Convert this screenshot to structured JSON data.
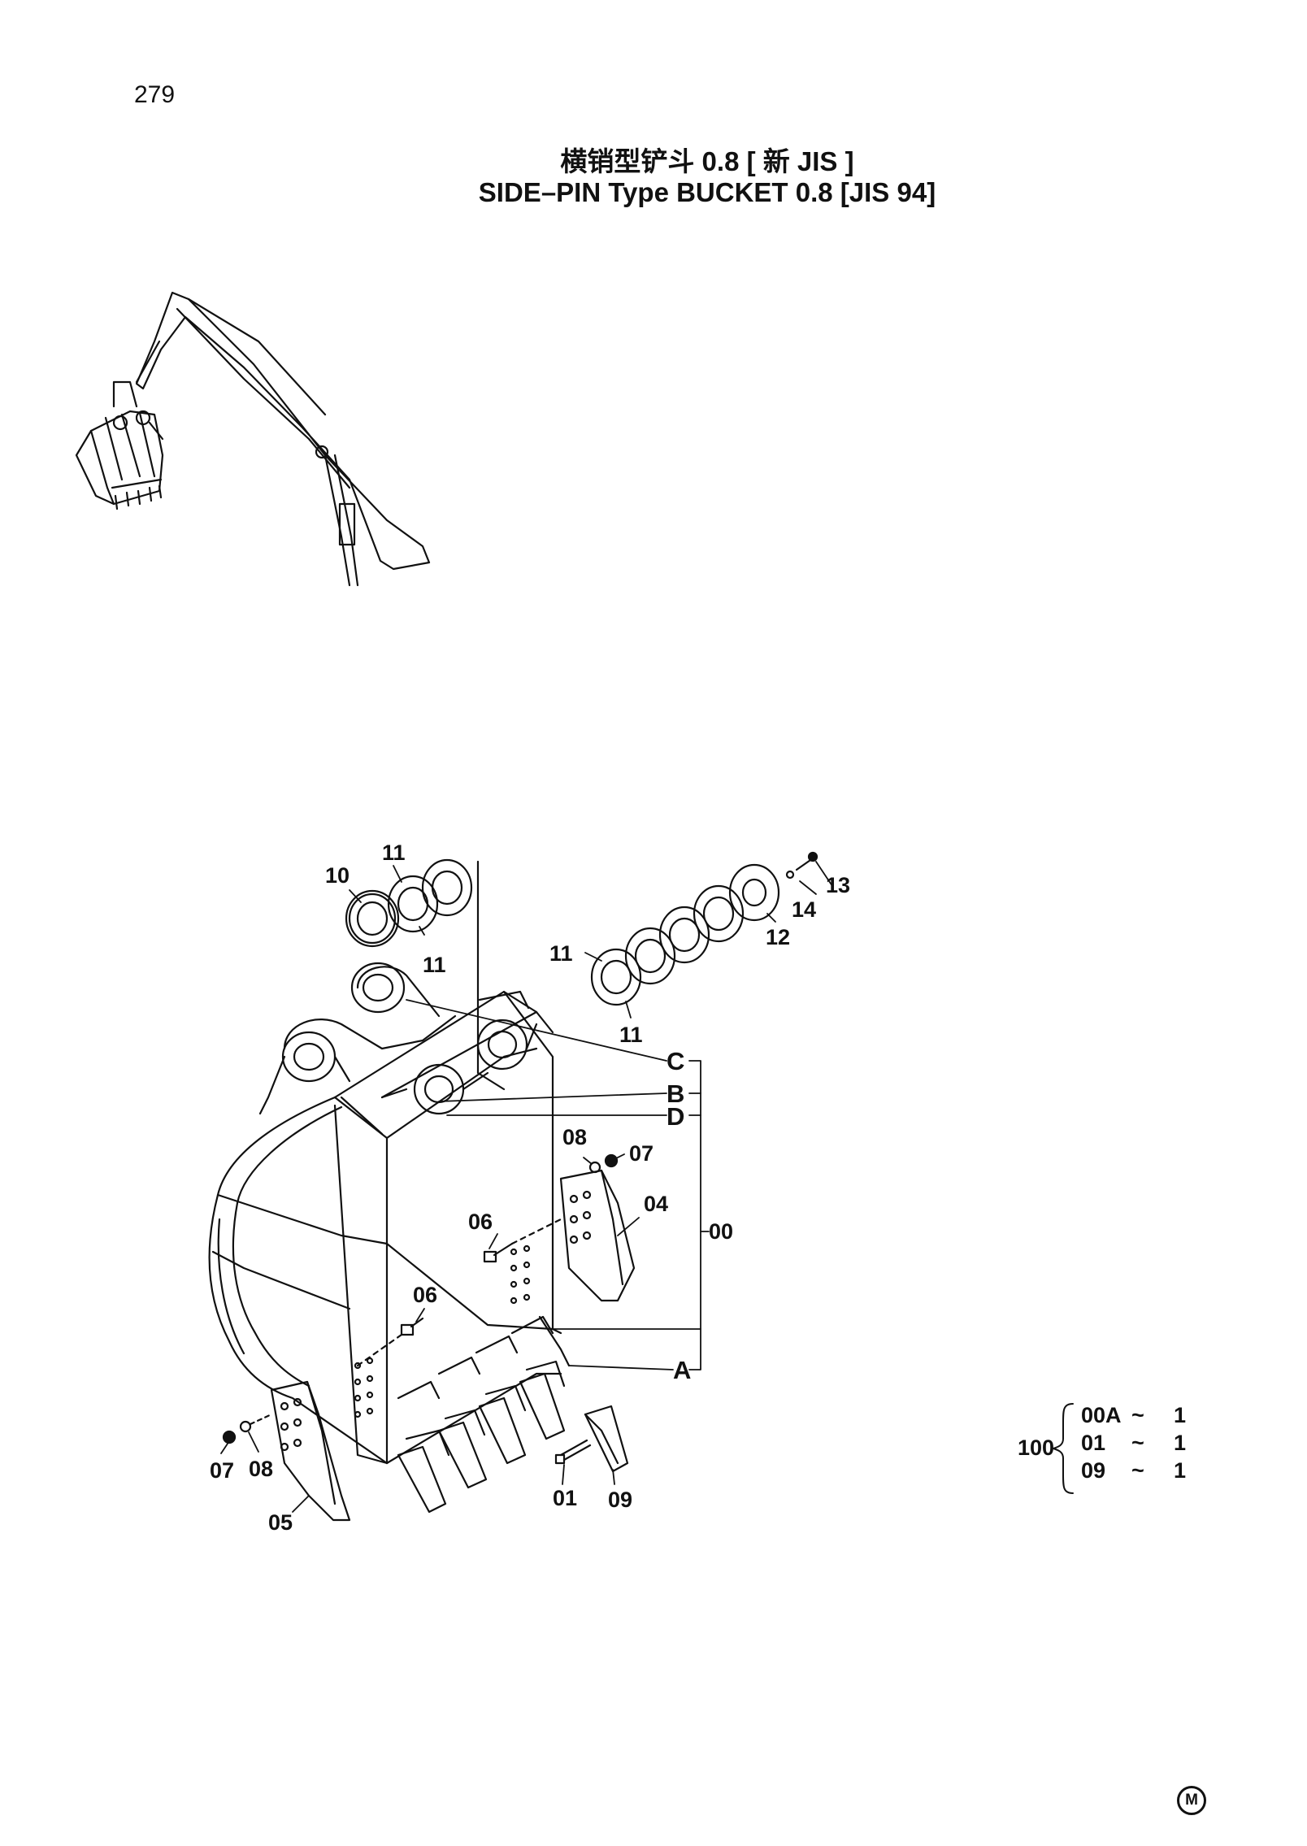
{
  "page_number": "279",
  "title": {
    "chinese": "横销型铲斗 0.8 [ 新 JIS ]",
    "english": "SIDE–PIN Type BUCKET 0.8 [JIS 94]"
  },
  "callouts": {
    "c10": "10",
    "c11a": "11",
    "c11b": "11",
    "c11c": "11",
    "c11d": "11",
    "c12": "12",
    "c13": "13",
    "c14": "14",
    "c08a": "08",
    "c07a": "07",
    "c04": "04",
    "c06a": "06",
    "c06b": "06",
    "c00": "00",
    "c07b": "07",
    "c08b": "08",
    "c05": "05",
    "c01": "01",
    "c09": "09"
  },
  "section_letters": {
    "a": "A",
    "b": "B",
    "c": "C",
    "d": "D"
  },
  "assembly_table": {
    "parent": "100",
    "rows": [
      {
        "part": "00A",
        "sep": "~",
        "qty": "1"
      },
      {
        "part": "01",
        "sep": "~",
        "qty": "1"
      },
      {
        "part": "09",
        "sep": "~",
        "qty": "1"
      }
    ]
  },
  "corner_mark": "M"
}
